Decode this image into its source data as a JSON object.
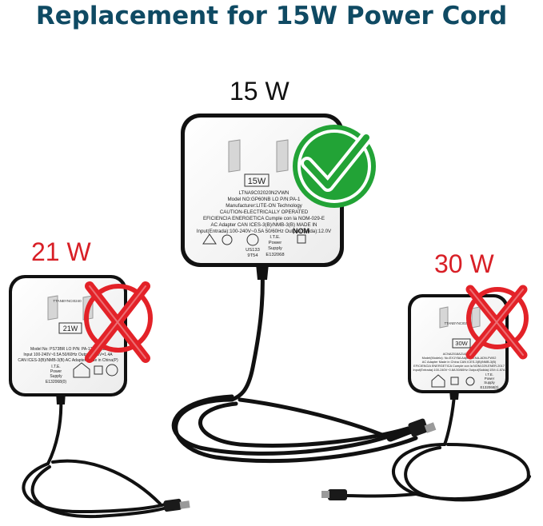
{
  "title": "Replacement for 15W Power Cord",
  "colors": {
    "title": "#0f4a63",
    "check": "#22a336",
    "cross": "#e32228",
    "red_label": "#d81f26",
    "adapter": "#ffffff",
    "cable": "#111111"
  },
  "center": {
    "wattage": "15 W",
    "status_icon": "check-icon",
    "badge": "15W",
    "model_lines": [
      "LTNA9C02020N2VWN",
      "Model NO:GP60NB LO P/N:PA-1",
      "Manufacturer:LITE-ON Technology",
      "CAUTION-ELECTRICALLY OPERATED",
      "EFICIENCIA ENERGETICA Cumple con la NOM-029-E",
      "AC Adapter CAN ICES-3(B)/NMB-3(B) MADE IN",
      "Input(Entrada):100-240V~0.5A 50/60Hz Output(Salida):12.0V"
    ],
    "cert_a": "I.T.E.",
    "cert_b": "Power",
    "cert_c": "Supply",
    "cert_code": "E132068",
    "nom": "NOM",
    "ul1": "US133",
    "ul2": "9T54"
  },
  "left": {
    "wattage": "21 W",
    "status_icon": "cross-icon",
    "badge": "21W",
    "serial": "TTANBYNCI0240",
    "model_lines": [
      "Model No: PS73BR LO P/N: PA-1210-1AE",
      "Input 100-240V~0.5A 50/60Hz Output 15.3V=1.4A",
      "CAN ICES-3(B)/NMB-3(B) AC Adapter Made in China(P)"
    ],
    "cert_a": "I.T.E.",
    "cert_b": "Power",
    "cert_c": "Supply",
    "cert_code": "E132068(0)"
  },
  "right": {
    "wattage": "30 W",
    "status_icon": "cross-icon",
    "badge": "30W",
    "serial": "TTANBYNCI0240",
    "model_lines": [
      "ACNA2018A21AT9A5K",
      "Model(Modelo): No.EX1Y6A Adpt P/N:NA-ADN-FW02",
      "AC Adapter Made in China CAN ICES-3(B)/NMB-3(B)",
      "EFICIENCIA ENERGETICA Cumple con la NOM-029-ENER-2017",
      "Input(Entrada):100-240V~0.8A 50/60Hz Output(Salida):15V=1.87A"
    ],
    "cert_a": "I.T.E.",
    "cert_b": "Power",
    "cert_c": "Supply",
    "cert_code": "E132068(0)"
  }
}
